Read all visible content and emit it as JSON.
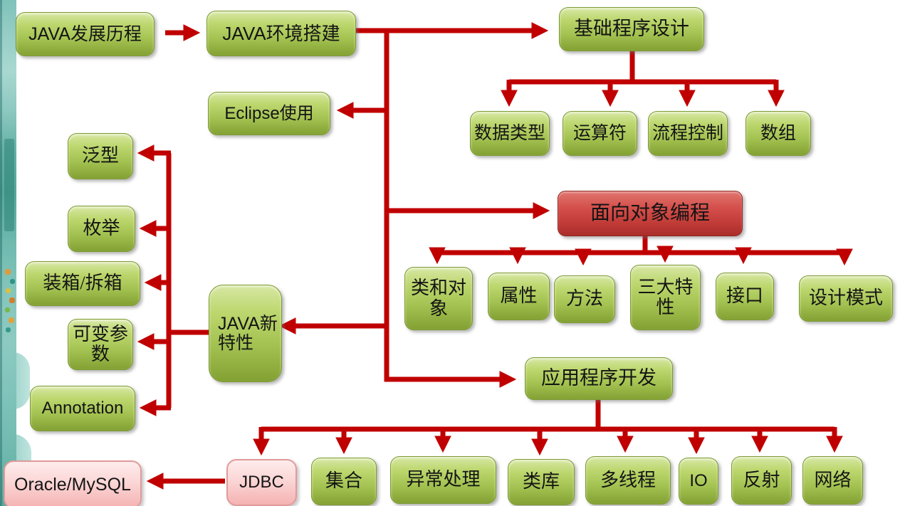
{
  "title": "JAVA learning roadmap flowchart",
  "colors": {
    "arrow": "#c00000",
    "green_node_top": "#d7e7a4",
    "green_node_bottom": "#83a133",
    "red_node_top": "#e0766f",
    "red_node_bottom": "#a92e2b",
    "pink_node_top": "#feecec",
    "pink_node_bottom": "#f5b2b2",
    "strip_teal": "#6fb9ae",
    "text": "#141414"
  },
  "nodes": {
    "java_history": "JAVA发展历程",
    "java_env": "JAVA环境搭建",
    "basic_programming": "基础程序设计",
    "eclipse": "Eclipse使用",
    "data_types": "数据类型",
    "operators": "运算符",
    "flow_control": "流程控制",
    "arrays": "数组",
    "generics": "泛型",
    "enums": "枚举",
    "boxing": "装箱/拆箱",
    "varargs": "可变参数",
    "annotation": "Annotation",
    "java_features": "JAVA新特性",
    "oop": "面向对象编程",
    "class_object": "类和对象",
    "attributes": "属性",
    "methods": "方法",
    "three_features": "三大特性",
    "interfaces": "接口",
    "design_patterns": "设计模式",
    "app_dev": "应用程序开发",
    "jdbc": "JDBC",
    "collections": "集合",
    "exception_handling": "异常处理",
    "class_library": "类库",
    "multithreading": "多线程",
    "io": "IO",
    "reflection": "反射",
    "network": "网络",
    "oracle_mysql": "Oracle/MySQL"
  },
  "edges": [
    {
      "from": "java_history",
      "to": "java_env"
    },
    {
      "from": "java_env",
      "to": "basic_programming"
    },
    {
      "from": "java_env",
      "to": "eclipse"
    },
    {
      "from": "java_env",
      "to": "oop"
    },
    {
      "from": "java_env",
      "to": "java_features"
    },
    {
      "from": "java_env",
      "to": "app_dev"
    },
    {
      "from": "basic_programming",
      "to": "data_types"
    },
    {
      "from": "basic_programming",
      "to": "operators"
    },
    {
      "from": "basic_programming",
      "to": "flow_control"
    },
    {
      "from": "basic_programming",
      "to": "arrays"
    },
    {
      "from": "oop",
      "to": "class_object"
    },
    {
      "from": "oop",
      "to": "attributes"
    },
    {
      "from": "oop",
      "to": "methods"
    },
    {
      "from": "oop",
      "to": "three_features"
    },
    {
      "from": "oop",
      "to": "interfaces"
    },
    {
      "from": "oop",
      "to": "design_patterns"
    },
    {
      "from": "java_features",
      "to": "generics"
    },
    {
      "from": "java_features",
      "to": "enums"
    },
    {
      "from": "java_features",
      "to": "boxing"
    },
    {
      "from": "java_features",
      "to": "varargs"
    },
    {
      "from": "java_features",
      "to": "annotation"
    },
    {
      "from": "app_dev",
      "to": "jdbc"
    },
    {
      "from": "app_dev",
      "to": "collections"
    },
    {
      "from": "app_dev",
      "to": "exception_handling"
    },
    {
      "from": "app_dev",
      "to": "class_library"
    },
    {
      "from": "app_dev",
      "to": "multithreading"
    },
    {
      "from": "app_dev",
      "to": "io"
    },
    {
      "from": "app_dev",
      "to": "reflection"
    },
    {
      "from": "app_dev",
      "to": "network"
    },
    {
      "from": "jdbc",
      "to": "oracle_mysql"
    }
  ]
}
